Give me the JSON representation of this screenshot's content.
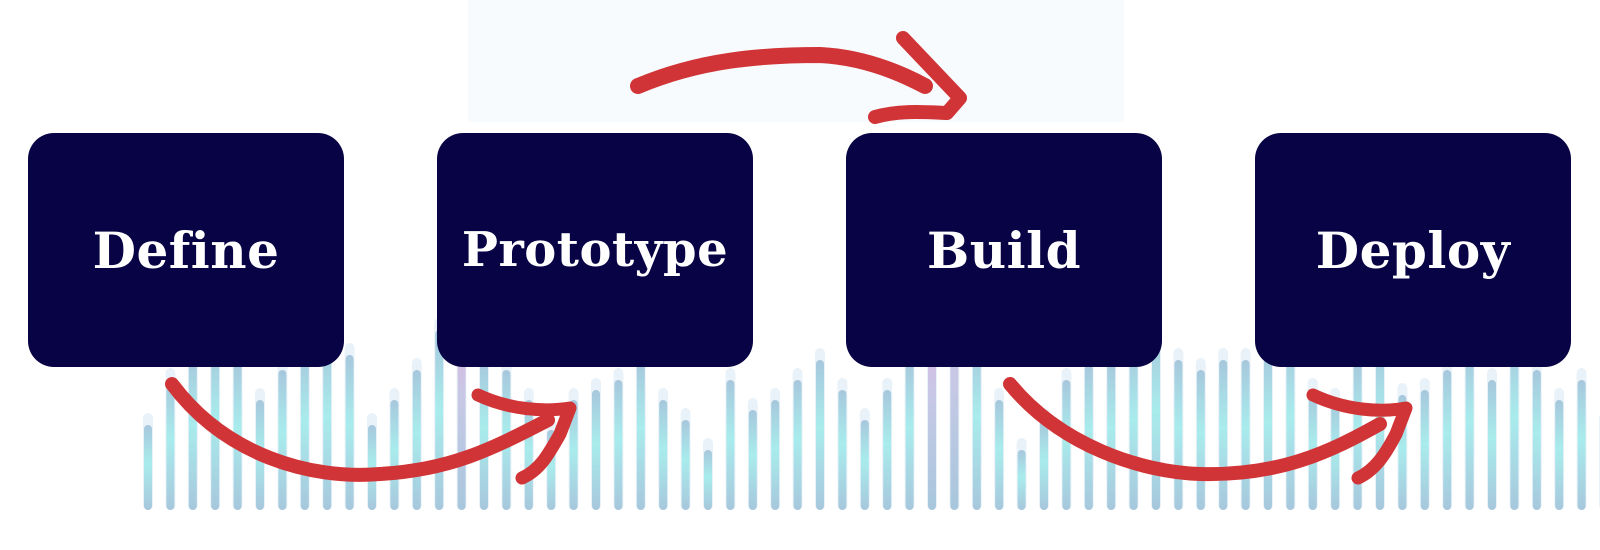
{
  "colors": {
    "box_fill": "#080344",
    "label_text": "#ffffff",
    "arrow": "#d13436",
    "bar_teal": "#a8ecec",
    "bar_blue": "#a7c7dc",
    "bar_pink": "#e4aede"
  },
  "steps": [
    {
      "label": "Define"
    },
    {
      "label": "Prototype"
    },
    {
      "label": "Build"
    },
    {
      "label": "Deploy"
    }
  ],
  "icons": [
    "arrow-define-to-prototype",
    "arrow-prototype-to-build",
    "arrow-build-to-deploy",
    "sound-wave-bars"
  ]
}
